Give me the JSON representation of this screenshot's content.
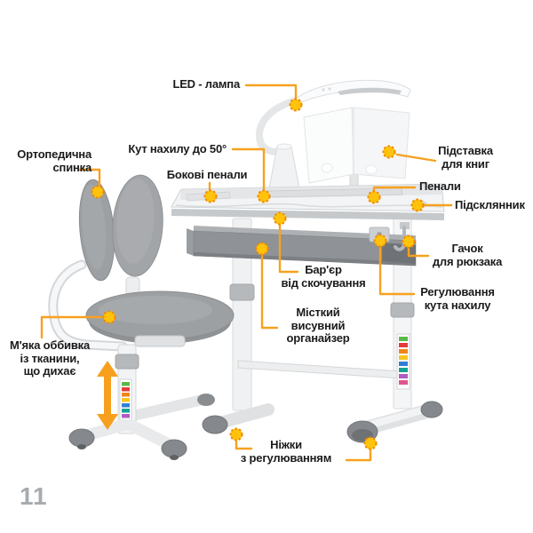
{
  "page": {
    "number": "11"
  },
  "colors": {
    "accent_line": "#F7A11F",
    "marker_fill": "#FFC30B",
    "marker_stroke": "#F18A00",
    "label_text": "#1b1b1d",
    "furniture_gray": "#9da0a3",
    "page_number_gray": "#a7abae"
  },
  "labels": {
    "led_lamp": "LED - лампа",
    "tilt_angle": "Кут нахилу до 50°",
    "side_pencil_cases": "Бокові пенали",
    "orthopedic_back": "Ортопедична\nспинка",
    "book_stand": "Підставка\nдля книг",
    "pencil_cases": "Пенали",
    "cup_holder": "Підсклянник",
    "backpack_hook": "Гачок\nдля рюкзака",
    "tilt_adjustment": "Регулювання\nкута нахилу",
    "rolling_barrier": "Бар'єр\nвід скочування",
    "organizer": "Місткий\nвисувний\nорганайзер",
    "soft_upholstery": "М'яка оббивка\nіз тканини,\nщо дихає",
    "adjustable_feet": "Ніжки\nз регулюванням"
  }
}
